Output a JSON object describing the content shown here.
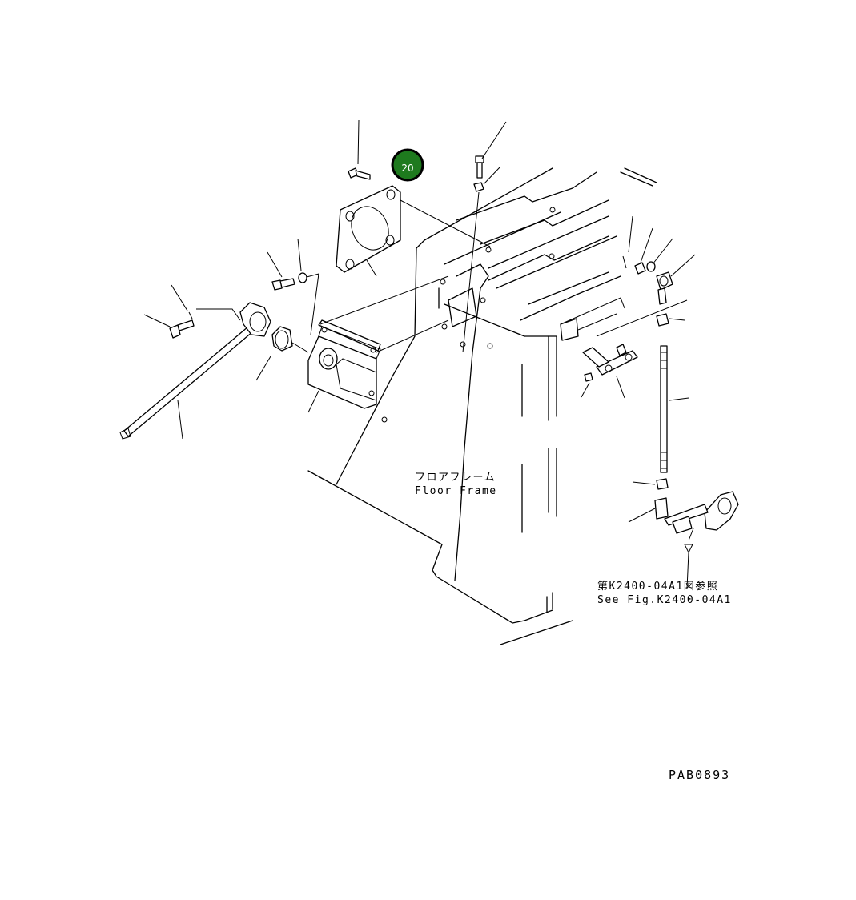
{
  "callout": {
    "number": "20",
    "fill_color": "#1e7a1e",
    "ring_color": "#000000"
  },
  "labels": {
    "floor_frame_jp": "フロアフレーム",
    "floor_frame_en": "Floor Frame",
    "ref_jp": "第K2400-04A1図参照",
    "ref_en": "See Fig.K2400-04A1"
  },
  "drawing_code": "PAB0893"
}
